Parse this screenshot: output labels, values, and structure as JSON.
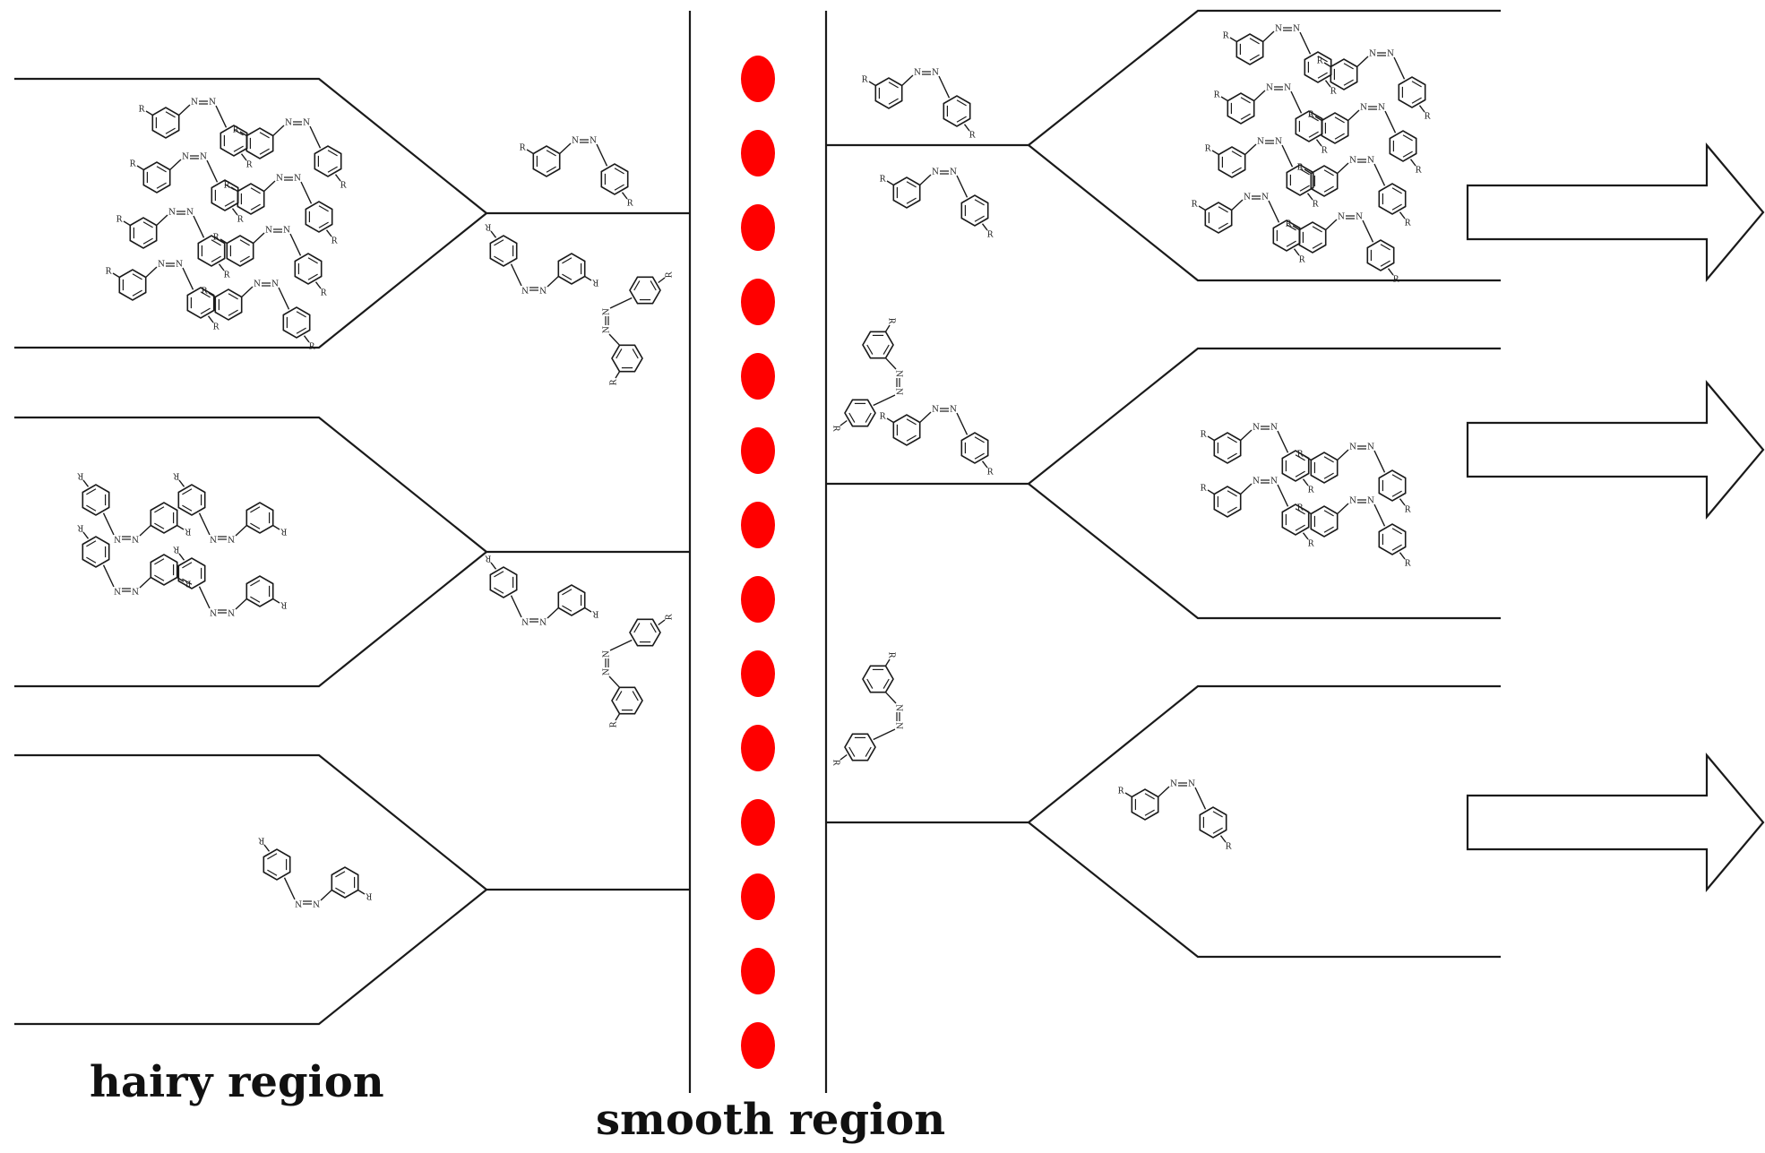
{
  "labels": {
    "hairy": "hairy region",
    "smooth": "smooth region"
  },
  "molecule": {
    "nitrogen": "N",
    "substituent": "R"
  },
  "colors": {
    "line": "#1a1a1a",
    "dot": "#ff0000",
    "background": "#ffffff"
  },
  "elements": {
    "dot_count": 14,
    "left_channels": 3,
    "right_channels": 3,
    "arrows": 3,
    "molecule_shape": "azobenzene"
  }
}
